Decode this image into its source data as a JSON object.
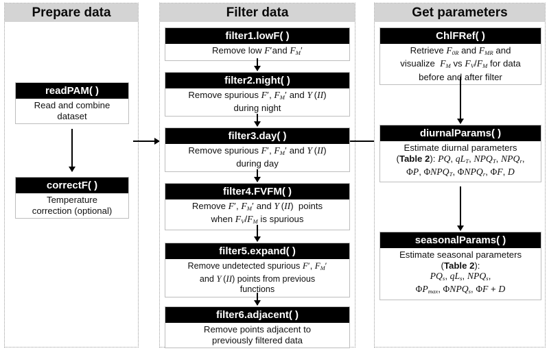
{
  "columns": [
    {
      "id": "prepare",
      "header": "Prepare data",
      "boxes": [
        {
          "id": "readpam",
          "title": "readPAM( )",
          "body_lines": [
            "Read and combine",
            "dataset"
          ]
        },
        {
          "id": "correctf",
          "title": "correctF( )",
          "body_lines": [
            "Temperature",
            "correction (optional)"
          ]
        }
      ]
    },
    {
      "id": "filter",
      "header": "Filter  data",
      "boxes": [
        {
          "id": "filter1",
          "title": "filter1.lowF( )",
          "body_html": "Remove low <span class=\"mi\">F</span><span class=\"mi prime\">&#8242;</span>and <span class=\"mi\">F</span><sub>M</sub><span class=\"mi prime\">&#8242;</span>"
        },
        {
          "id": "filter2",
          "title": "filter2.night( )",
          "body_html": "Remove spurious <span class=\"mi\">F</span><span class=\"mi prime\">&#8242;</span>, <span class=\"mi\">F</span><sub>M</sub><span class=\"mi prime\">&#8242;</span> and <span class=\"mi\">Y</span>&#8201;(<span class=\"mi\">II</span>)<br>during night"
        },
        {
          "id": "filter3",
          "title": "filter3.day( )",
          "body_html": "Remove spurious <span class=\"mi\">F</span><span class=\"mi prime\">&#8242;</span>, <span class=\"mi\">F</span><sub>M</sub><span class=\"mi prime\">&#8242;</span> and <span class=\"mi\">Y</span>&#8201;(<span class=\"mi\">II</span>)<br>during day"
        },
        {
          "id": "filter4",
          "title": "filter4.FVFM( )",
          "body_html": "Remove <span class=\"mi\">F</span><span class=\"mi prime\">&#8242;</span>, <span class=\"mi\">F</span><sub>M</sub><span class=\"mi prime\">&#8242;</span> and <span class=\"mi\">Y</span>&#8201;(<span class=\"mi\">II</span>)&nbsp; points<br>when <span class=\"mi\">F</span><sub>V</sub>/<span class=\"mi\">F</span><sub>M</sub> is spurious"
        },
        {
          "id": "filter5",
          "title": "filter5.expand( )",
          "body_html": "Remove undetected spurious <span class=\"mi\">F</span><span class=\"mi prime\">&#8242;</span>, <span class=\"mi\">F</span><sub>M</sub><span class=\"mi prime\">&#8242;</span><br>and <span class=\"mi\">Y</span>&#8201;(<span class=\"mi\">II</span>) points from previous<br>functions"
        },
        {
          "id": "filter6",
          "title": "filter6.adjacent( )",
          "body_html": "Remove points adjacent to<br>previously filtered data"
        }
      ]
    },
    {
      "id": "params",
      "header": "Get parameters",
      "boxes": [
        {
          "id": "chlfref",
          "title": "ChlFRef( )",
          "body_html": "Retrieve <span class=\"mi\">F</span><sub>0R</sub> and <span class=\"mi\">F</span><sub>MR</sub> and<br>visualize&nbsp; <span class=\"mi\">F</span><sub>M</sub> vs <span class=\"mi\">F</span><sub>V</sub>/<span class=\"mi\">F</span><sub>M</sub> for data<br>before and after filter"
        },
        {
          "id": "diurnalparams",
          "title": "diurnalParams( )",
          "body_html": "Estimate diurnal parameters<br>(<span class=\"bold\">Table 2</span>): <span class=\"mi\">PQ</span>, <span class=\"mi\">qL</span><sub>T</sub>, <span class=\"mi\">NPQ</span><sub>T</sub>, <span class=\"mi\">NPQ</span><sub>r</sub>,<br><span class=\"mu\">&#934;</span><span class=\"mi\">P</span>, <span class=\"mu\">&#934;</span><span class=\"mi\">NPQ</span><sub>T</sub>, <span class=\"mu\">&#934;</span><span class=\"mi\">NPQ</span><sub>r</sub>, <span class=\"mu\">&#934;</span><span class=\"mi\">F</span>, <span class=\"mi\">D</span>"
        },
        {
          "id": "seasonalparams",
          "title": "seasonalParams( )",
          "body_html": "Estimate seasonal parameters<br>(<span class=\"bold\">Table 2</span>):<br><span class=\"mi\">PQ</span><sub>s</sub>, <span class=\"mi\">qL</span><sub>s</sub>, <span class=\"mi\">NPQ</span><sub>s</sub>,<br><span class=\"mu\">&#934;</span><span class=\"mi\">P</span><sub>max</sub>, <span class=\"mu\">&#934;</span><span class=\"mi\">NPQ</span><sub>s</sub>, <span class=\"mu\">&#934;</span><span class=\"mi\">F</span> + <span class=\"mi\">D</span>"
        }
      ]
    }
  ],
  "connectors": {
    "prepare_internal": "arrow-readpam-to-correctf",
    "prepare_to_filter": "arrow-prepare-to-filter",
    "filter_to_params": "arrow-filter-to-params",
    "filter_internal": [
      "arrow-filter1-to-filter2",
      "arrow-filter2-to-filter3",
      "arrow-filter3-to-filter4",
      "arrow-filter4-to-filter5",
      "arrow-filter5-to-filter6"
    ],
    "params_internal": [
      "arrow-chlfref-to-diurnalparams",
      "arrow-diurnalparams-to-seasonalparams"
    ]
  }
}
